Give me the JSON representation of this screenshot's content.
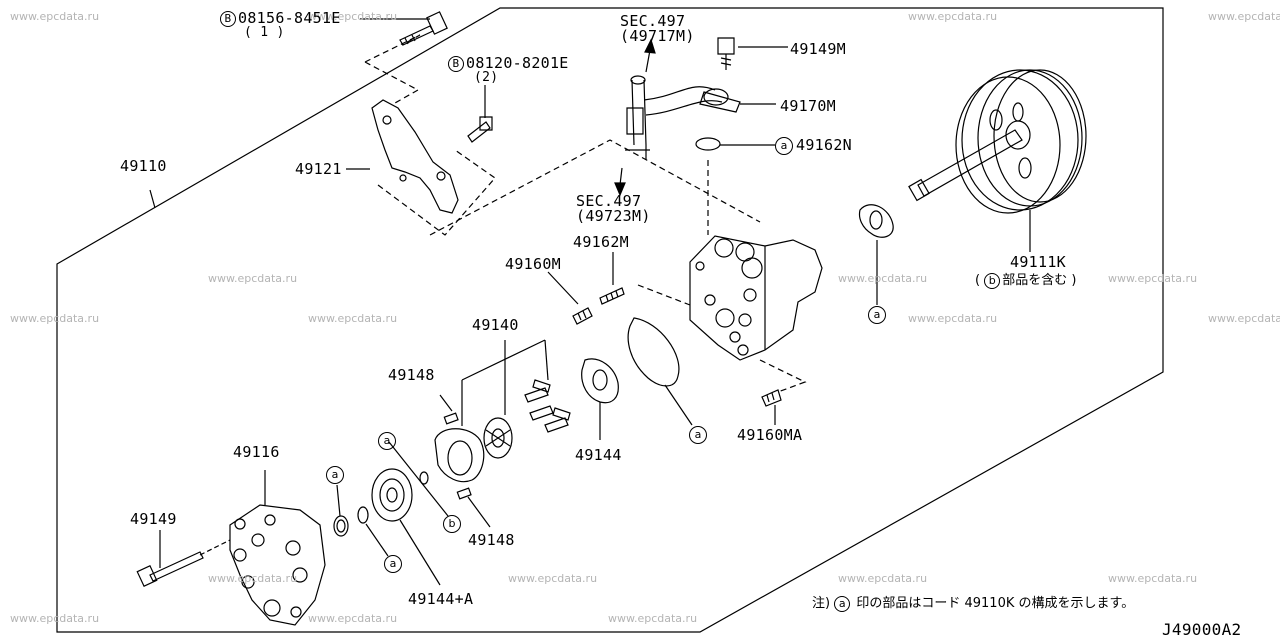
{
  "watermark": "www.epcdata.ru",
  "diagram_code": "J49000A2",
  "callouts": {
    "bolt_08156": {
      "prefix": "B",
      "code": "08156-8451E",
      "qty": "( 1 )"
    },
    "bolt_08120": {
      "prefix": "B",
      "code": "08120-8201E",
      "qty": "(2)"
    },
    "sec497_upper": {
      "title": "SEC.497",
      "ref": "(49717M)"
    },
    "sec497_lower": {
      "title": "SEC.497",
      "ref": "(49723M)"
    },
    "p49149M": "49149M",
    "p49170M": "49170M",
    "p49162N": "49162N",
    "p49110": "49110",
    "p49121": "49121",
    "p49162M": "49162M",
    "p49160M": "49160M",
    "p49140": "49140",
    "p49148_top": "49148",
    "p49148_bottom": "49148",
    "p49116": "49116",
    "p49149": "49149",
    "p49144": "49144",
    "p49144A": "49144+A",
    "p49160MA": "49160MA",
    "p49111K": "49111K",
    "p49111K_note": "部品を含む",
    "p49111K_note_mark": "b"
  },
  "marks": {
    "a": "a",
    "b": "b"
  },
  "footnote": {
    "prefix": "注)",
    "mark": "a",
    "text": "印の部品はコード 49110K の構成を示します。"
  }
}
